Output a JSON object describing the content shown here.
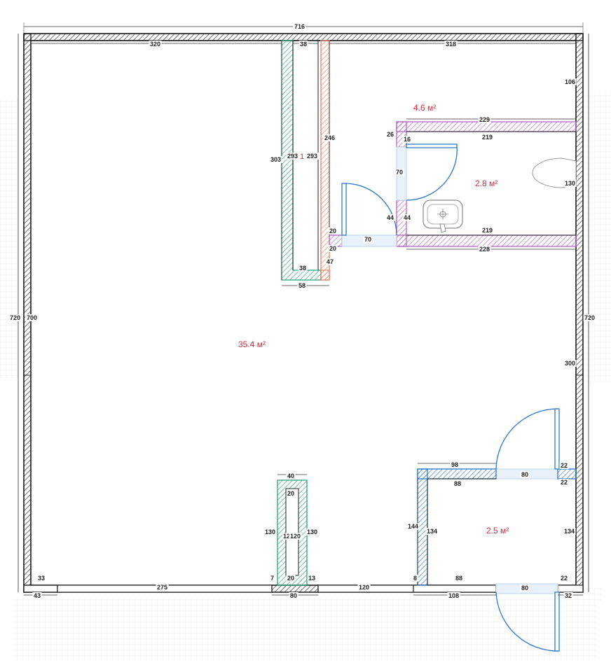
{
  "colors": {
    "wall": "#222222",
    "grid": "#dcdcdc",
    "teal": "#2ba37e",
    "coral": "#e8866c",
    "violet": "#b565c9",
    "blue": "#2f78c7",
    "opening": "#bcd3ec",
    "area": "#d8283c"
  },
  "rooms": {
    "main": "35.4 м²",
    "closet": "4.6 м²",
    "bath": "2.8 м²",
    "entry": "2.5 м²"
  },
  "dims": {
    "top_total": "716",
    "top_left": "320",
    "top_mid": "38",
    "top_right": "318",
    "right_top": "106",
    "left_outer": "720",
    "left_inner": "700",
    "right_outer": "720",
    "right_lower": "300",
    "shaft_left_h": "303",
    "shaft_inner_a": "293",
    "shaft_inner_b": "293",
    "shaft_mark": "1",
    "coral_h": "246",
    "shaft_bottom_inner": "38",
    "shaft_bottom_outer": "58",
    "shaft_gap": "47",
    "closet_top": "229",
    "closet_inner_top": "219",
    "closet_left": "26",
    "closet_wall": "16",
    "bath_door": "70",
    "bath_right": "130",
    "bath_wall_a": "44",
    "bath_wall_b": "44",
    "bath_bottom_inner": "219",
    "bath_bottom_outer": "228",
    "stub_top": "20",
    "stub_bottom": "20",
    "hall_door": "70",
    "entry_top": "98",
    "entry_top_inner": "88",
    "entry_door_top": "80",
    "entry_right_top_a": "22",
    "entry_right_top_b": "22",
    "entry_left_outer": "144",
    "entry_left_inner": "134",
    "entry_right": "134",
    "entry_bottom_inner": "88",
    "entry_bottom_left": "8",
    "entry_door_bottom": "80",
    "entry_right_bottom": "22",
    "bottom_entry": "108",
    "bottom_right": "32",
    "bottom_left_inner": "33",
    "bottom_left": "43",
    "bottom_mid": "275",
    "bottom_gap": "120",
    "duct_top": "40",
    "duct_inner_top": "20",
    "duct_left": "130",
    "duct_inner_left": "12",
    "duct_inner_right": "120",
    "duct_right": "130",
    "duct_bottom_l": "7",
    "duct_bottom_inner": "20",
    "duct_bottom_r": "13",
    "duct_bottom": "80"
  }
}
